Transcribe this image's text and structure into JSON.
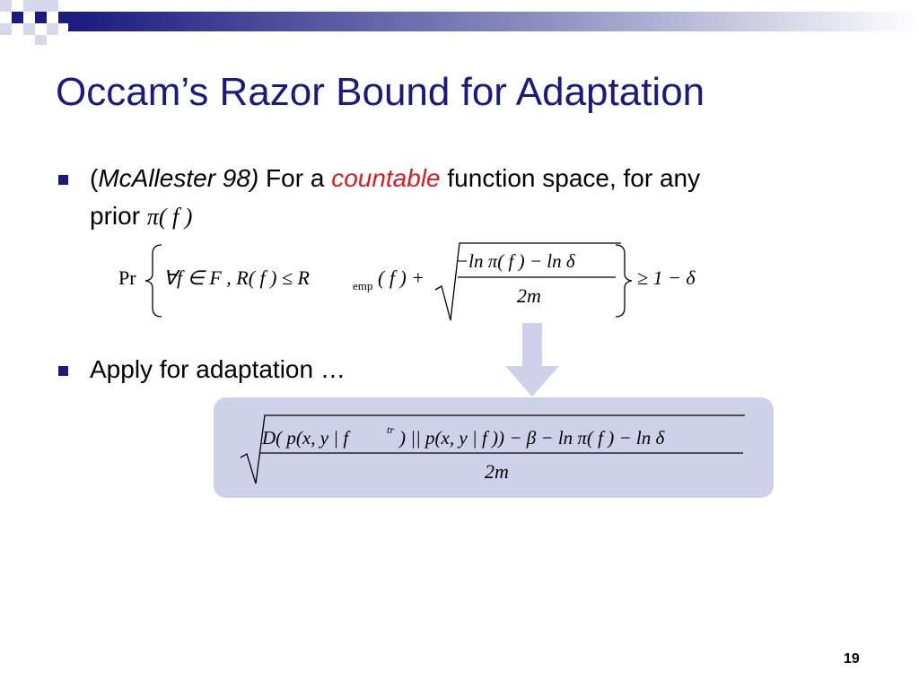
{
  "slide": {
    "title": "Occam’s Razor Bound for Adaptation",
    "page_number": "19",
    "accent_color": "#1a1a80",
    "highlight_color": "#e0191e",
    "box_color": "#cfd0ea"
  },
  "bullets": [
    {
      "open_paren": "(",
      "citation": "McAllester 98)",
      "text_before": " For a ",
      "emphasis": "countable",
      "text_after": " function space, for any",
      "line2_prefix": "prior ",
      "line2_math": "π( f )"
    },
    {
      "text": "Apply for adaptation …"
    }
  ],
  "equation1": {
    "pr": "Pr",
    "condition": "∀f ∈ F ,  R( f ) ≤ R",
    "subscript": "emp",
    "after_sub": "( f ) +",
    "numerator": "−ln π( f ) − ln δ",
    "denominator": "2m",
    "rhs": "≥ 1 − δ"
  },
  "equation2": {
    "numerator": "D( p(x, y | f",
    "superscript": "tr",
    "numerator_rest": ") || p(x, y | f )) − β − ln π( f ) − ln δ",
    "denominator": "2m"
  }
}
